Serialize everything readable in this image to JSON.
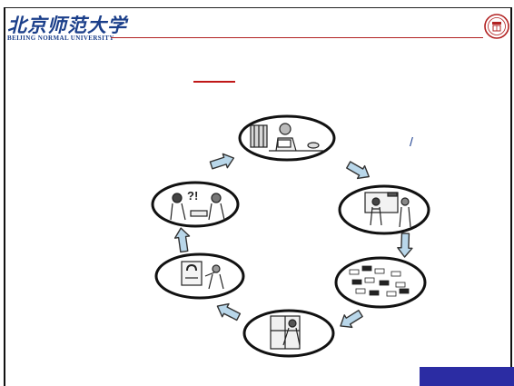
{
  "header": {
    "logo_cn": "北京师范大学",
    "logo_en": "BEIJING NORMAL UNIVERSITY"
  },
  "slide": {
    "slash_mark": "/"
  },
  "colors": {
    "logo_blue": "#1b3f8a",
    "rule_red": "#b22222",
    "arrow_fill": "#b9d7ea",
    "corner_box": "#2b2ca3"
  },
  "cycle_stages": [
    {
      "id": "reading-at-desk",
      "icon": "person-reading-at-desk-icon"
    },
    {
      "id": "presenting-at-board",
      "icon": "two-people-at-whiteboard-icon"
    },
    {
      "id": "sticky-notes-board",
      "icon": "sticky-note-board-icon"
    },
    {
      "id": "person-at-window",
      "icon": "person-at-door-icon"
    },
    {
      "id": "magnet-sketch",
      "icon": "magnet-board-icon"
    },
    {
      "id": "discussion",
      "icon": "people-discussing-question-icon"
    }
  ]
}
